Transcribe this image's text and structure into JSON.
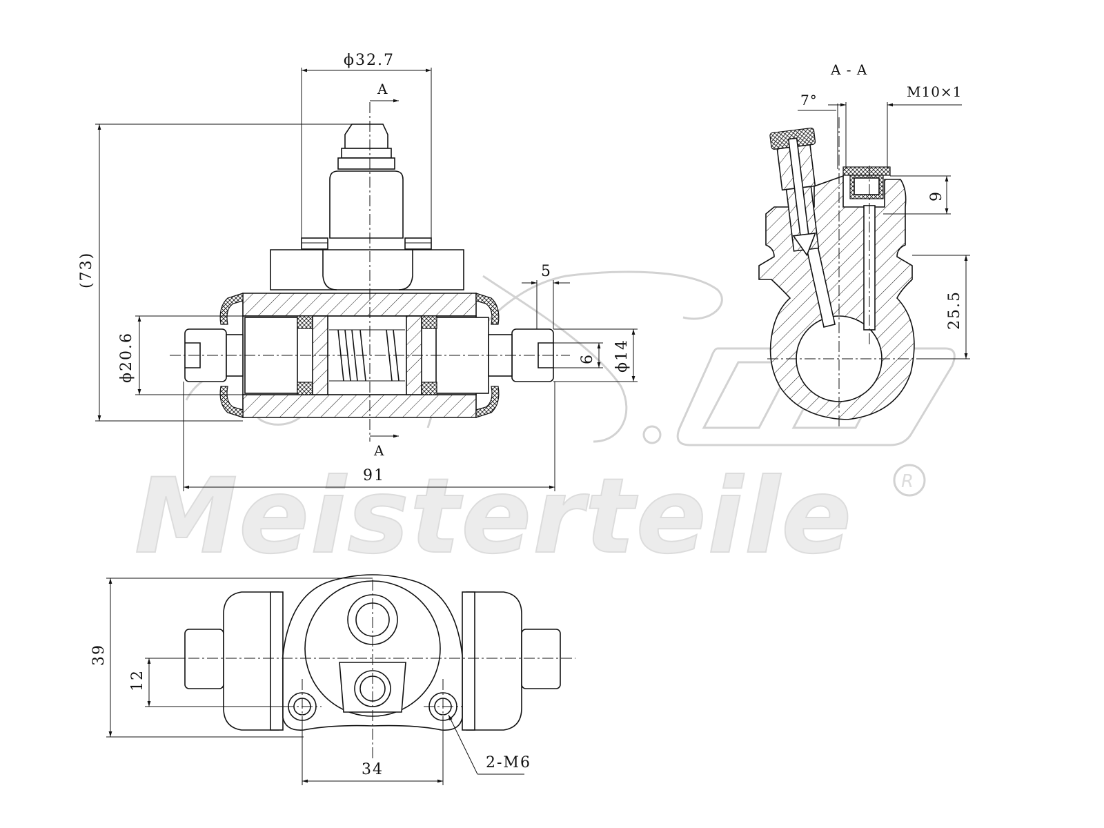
{
  "front_view": {
    "section_marker_top": "A",
    "section_marker_bottom": "A",
    "dim_top_diameter": "ϕ32.7",
    "dim_height": "(73)",
    "dim_bore": "ϕ20.6",
    "dim_width": "91",
    "dim_right_offset": "5",
    "dim_pin": "6",
    "dim_right_diameter": "ϕ14"
  },
  "section_view": {
    "title": "A - A",
    "dim_angle": "7°",
    "dim_thread": "M10×1",
    "dim_depth": "9",
    "dim_offset": "25.5"
  },
  "bottom_view": {
    "dim_height": "39",
    "dim_offset": "12",
    "dim_spacing": "34",
    "dim_thread": "2-M6"
  },
  "watermark": {
    "brand": "Meisterteile",
    "registered_mark": "R"
  }
}
